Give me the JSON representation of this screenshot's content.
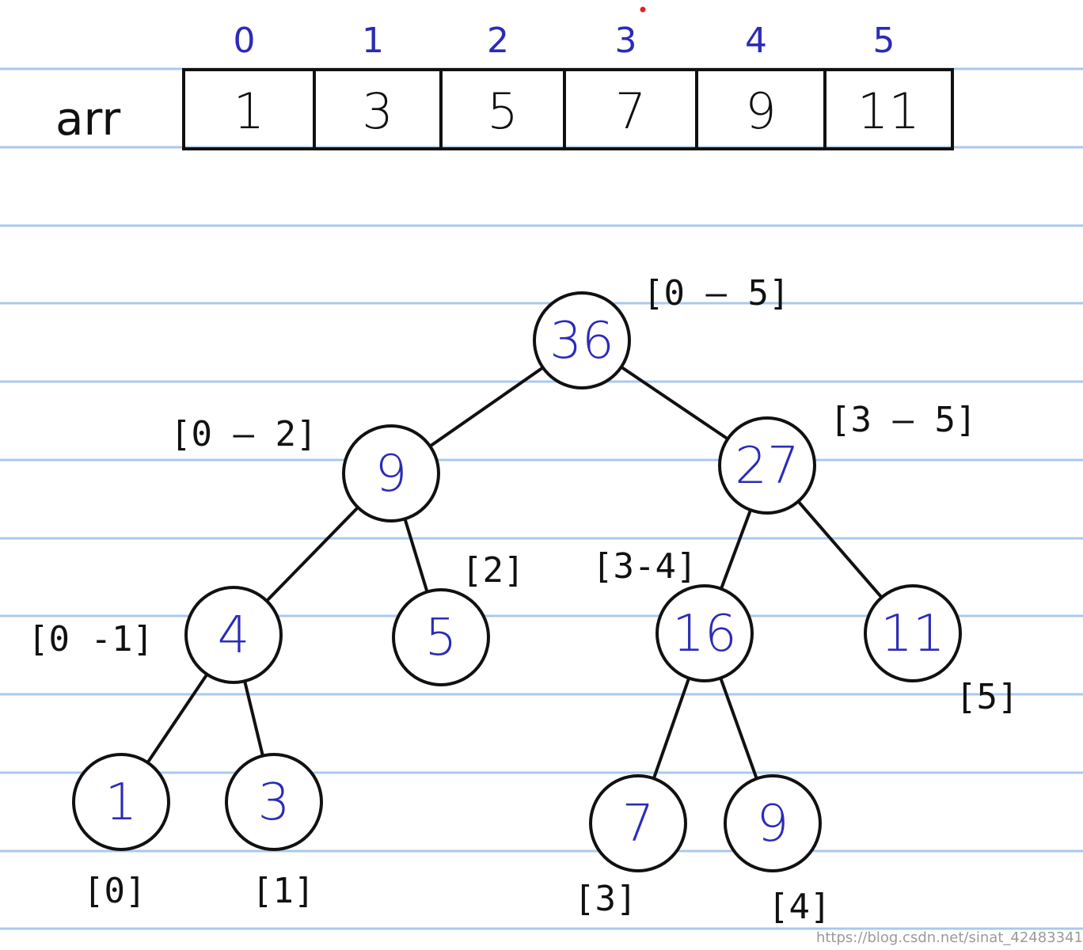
{
  "array": {
    "label": "arr",
    "indices": [
      "0",
      "1",
      "2",
      "3",
      "4",
      "5"
    ],
    "values": [
      "1",
      "3",
      "5",
      "7",
      "9",
      "11"
    ]
  },
  "tree": {
    "nodes": [
      {
        "id": "root",
        "value": "36",
        "range": "[0 – 5]"
      },
      {
        "id": "l",
        "value": "9",
        "range": "[0 – 2]"
      },
      {
        "id": "r",
        "value": "27",
        "range": "[3 – 5]"
      },
      {
        "id": "ll",
        "value": "4",
        "range": "[0 -1]"
      },
      {
        "id": "lr",
        "value": "5",
        "range": "[2]"
      },
      {
        "id": "rl",
        "value": "16",
        "range": "[3-4]"
      },
      {
        "id": "rr",
        "value": "11",
        "range": "[5]"
      },
      {
        "id": "lll",
        "value": "1",
        "range": "[0]"
      },
      {
        "id": "llr",
        "value": "3",
        "range": "[1]"
      },
      {
        "id": "rll",
        "value": "7",
        "range": "[3]"
      },
      {
        "id": "rlr",
        "value": "9",
        "range": "[4]"
      }
    ],
    "edges": [
      [
        "root",
        "l"
      ],
      [
        "root",
        "r"
      ],
      [
        "l",
        "ll"
      ],
      [
        "l",
        "lr"
      ],
      [
        "r",
        "rl"
      ],
      [
        "r",
        "rr"
      ],
      [
        "ll",
        "lll"
      ],
      [
        "ll",
        "llr"
      ],
      [
        "rl",
        "rll"
      ],
      [
        "rl",
        "rlr"
      ]
    ]
  },
  "colors": {
    "ink": "#111111",
    "node_text": "#2b2bb8",
    "ruled_line": "#a9c9ec",
    "dot_marker": "#e0202a"
  },
  "watermark": "https://blog.csdn.net/sinat_42483341"
}
